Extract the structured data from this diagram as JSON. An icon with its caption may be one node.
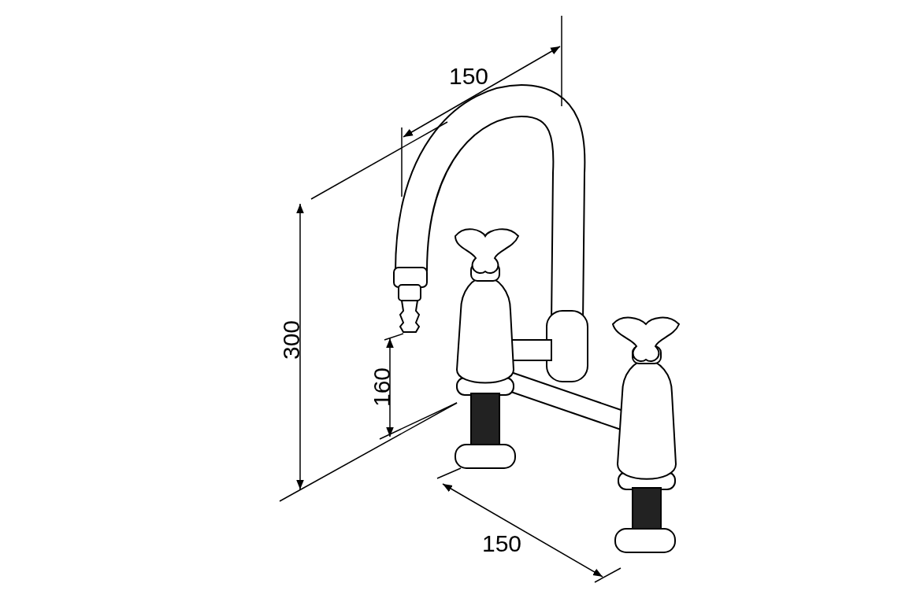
{
  "diagram": {
    "labels": [
      "150",
      "300",
      "160",
      "150"
    ]
  }
}
